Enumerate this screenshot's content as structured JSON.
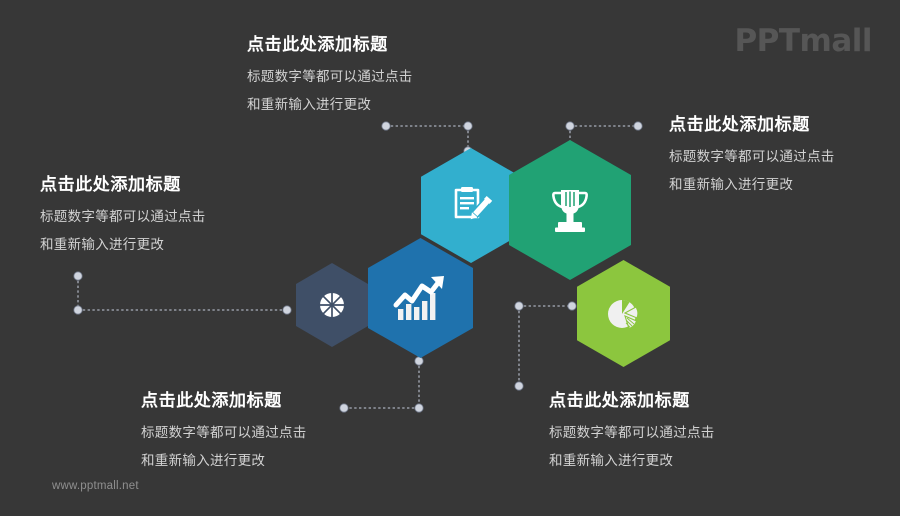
{
  "slide": {
    "background_color": "#373737",
    "logo": "PPTmall",
    "footer_url": "www.pptmall.net"
  },
  "text_blocks": [
    {
      "id": "top",
      "title": "点击此处添加标题",
      "line1": "标题数字等都可以通过点击",
      "line2": "和重新输入进行更改"
    },
    {
      "id": "top-right",
      "title": "点击此处添加标题",
      "line1": "标题数字等都可以通过点击",
      "line2": "和重新输入进行更改"
    },
    {
      "id": "left",
      "title": "点击此处添加标题",
      "line1": "标题数字等都可以通过点击",
      "line2": "和重新输入进行更改"
    },
    {
      "id": "bottom-left",
      "title": "点击此处添加标题",
      "line1": "标题数字等都可以通过点击",
      "line2": "和重新输入进行更改"
    },
    {
      "id": "bottom-right",
      "title": "点击此处添加标题",
      "line1": "标题数字等都可以通过点击",
      "line2": "和重新输入进行更改"
    }
  ],
  "hexagons": [
    {
      "id": "slate",
      "icon": "basketball-icon",
      "color": "#3f4f67"
    },
    {
      "id": "blue",
      "icon": "growth-chart-icon",
      "color": "#1f72ad"
    },
    {
      "id": "cyan",
      "icon": "clipboard-pen-icon",
      "color": "#32afce"
    },
    {
      "id": "green",
      "icon": "trophy-icon",
      "color": "#21a274"
    },
    {
      "id": "lime",
      "icon": "pie-chart-icon",
      "color": "#8cc63e"
    }
  ],
  "connector_style": {
    "line_color": "#a9aebb",
    "dot_color": "#cfd4de"
  }
}
